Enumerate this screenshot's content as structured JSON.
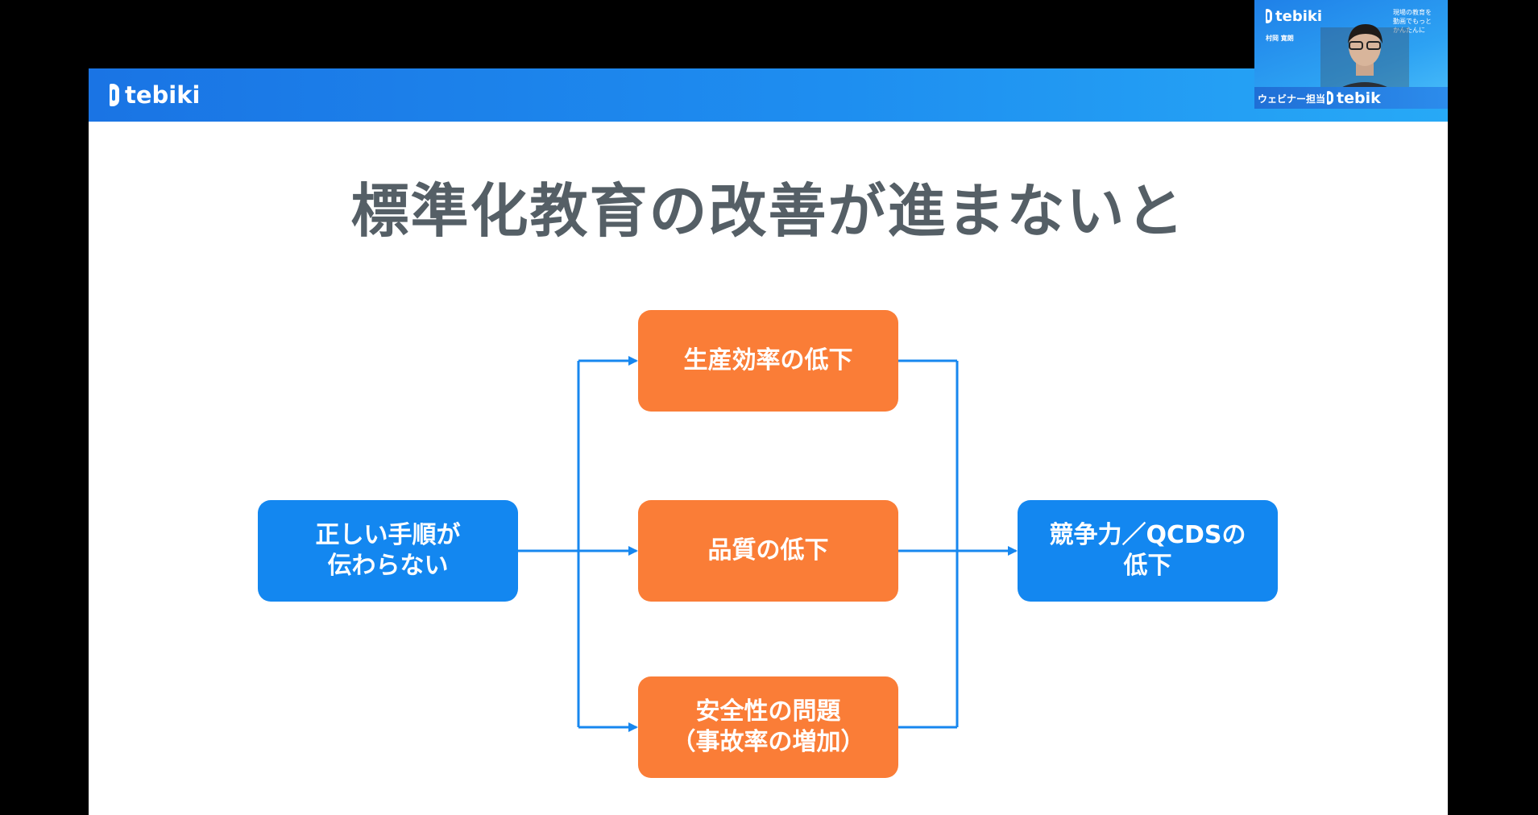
{
  "slide": {
    "brand": "tebiki",
    "title": "標準化教育の改善が進まないと"
  },
  "flow": {
    "cause": "正しい手順が\n伝わらない",
    "effects": [
      "生産効率の低下",
      "品質の低下",
      "安全性の問題\n（事故率の増加）"
    ],
    "result": "競争力／QCDSの\n低下"
  },
  "colors": {
    "blue_box": "#1387f0",
    "orange_box": "#fa7d37",
    "arrow": "#1787ef",
    "title_text": "#555f66",
    "header_gradient_start": "#1a74e4",
    "header_gradient_end": "#27a9f6"
  },
  "webcam": {
    "brand": "tebiki",
    "tagline": "現場の教育を\n動画でもっと\nかんたんに",
    "name": "村岡 寛朗",
    "role_label": "ウェビナー担当",
    "bottom_brand": "tebik"
  }
}
